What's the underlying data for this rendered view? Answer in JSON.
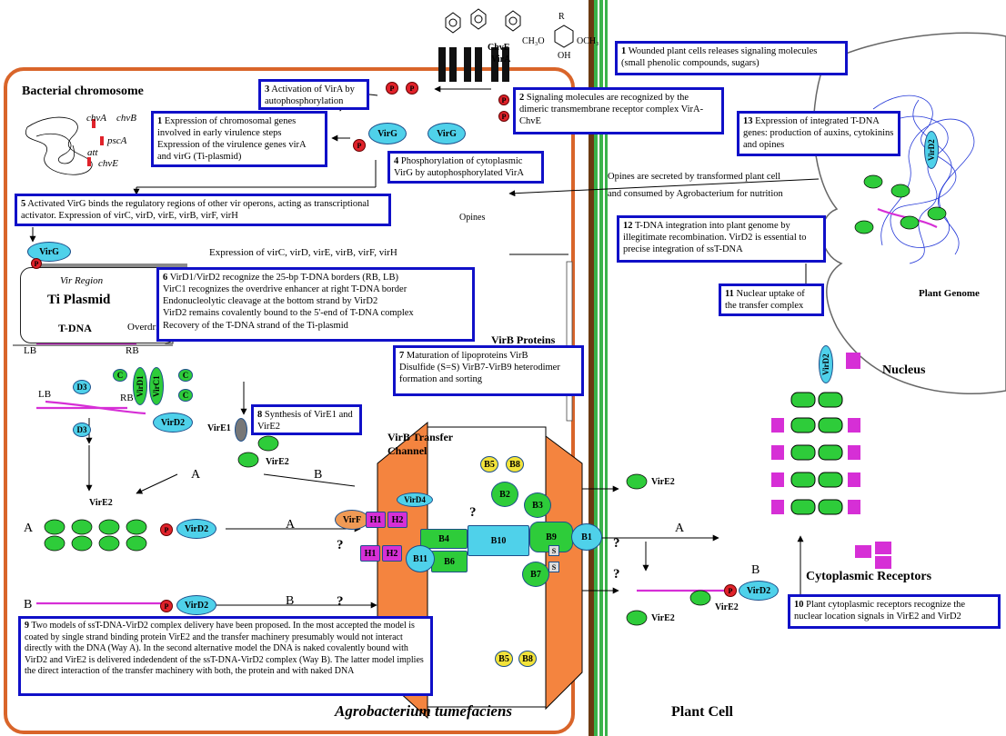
{
  "title": "Agrobacterium tumefaciens",
  "plant_cell": "Plant Cell",
  "bacterial_chromosome": "Bacterial chromosome",
  "genes": {
    "chvA": "chvA",
    "chvB": "chvB",
    "pscA": "pscA",
    "att": "att",
    "chvE": "chvE"
  },
  "receptor": {
    "chvE": "ChvE",
    "virA": "VirA"
  },
  "phenolic": {
    "r": "R",
    "left": "CH₃O",
    "right": "OCH₃",
    "oh": "OH"
  },
  "steps": {
    "s1_num": "1",
    "s1": "Wounded plant cells releases signaling molecules (small phenolic compounds, sugars)",
    "s2_num": "2",
    "s2": "Signaling molecules are recognized by the dimeric transmembrane receptor complex VirA-ChvE",
    "s3_num": "3",
    "s3": "Activation of VirA by autophosphorylation",
    "e1_num": "1",
    "e1a": "Expression of chromosomal genes involved in early virulence steps",
    "e1b": "Expression of the virulence genes virA and virG (Ti-plasmid)",
    "s4_num": "4",
    "s4": "Phosphorylation of cytoplasmic VirG by autophosphorylated VirA",
    "s5_num": "5",
    "s5": "Activated VirG binds the regulatory regions of other vir operons, acting as transcriptional activator. Expression of virC, virD, virE, virB, virF, virH",
    "s6_num": "6",
    "s6_lines": [
      "VirD1/VirD2 recognize the 25-bp T-DNA borders (RB, LB)",
      "VirC1 recognizes the overdrive enhancer at right T-DNA border",
      "Endonucleolytic cleavage at the bottom strand by VirD2",
      "VirD2 remains covalently bound to the 5'-end of T-DNA complex",
      "Recovery of the T-DNA strand of the Ti-plasmid"
    ],
    "s7_num": "7",
    "s7_lines": [
      "Maturation of lipoproteins VirB",
      "Disulfide (S=S) VirB7-VirB9 heterodimer formation and sorting"
    ],
    "s8_num": "8",
    "s8": "Synthesis of VirE1 and VirE2",
    "s9_num": "9",
    "s9": "Two models of ssT-DNA-VirD2 complex delivery have been proposed. In the most accepted the model is coated by single strand binding protein VirE2 and the transfer machinery presumably would not interact directly with the DNA (Way A). In the second alternative model the DNA is naked covalently bound with VirD2 and VirE2 is delivered indedendent of the ssT-DNA-VirD2 complex (Way B). The latter model implies the direct interaction of the transfer machinery with both, the protein and with naked DNA",
    "s10_num": "10",
    "s10": "Plant cytoplasmic receptors recognize the nuclear location signals in VirE2 and VirD2",
    "s11_num": "11",
    "s11": "Nuclear uptake of the transfer complex",
    "s12_num": "12",
    "s12": "T-DNA integration into plant genome by illegitimate recombination. VirD2 is essential to precise integration of ssT-DNA",
    "s13_num": "13",
    "s13": "Expression of integrated T-DNA genes: production of auxins, cytokinins and opines"
  },
  "opines_line1": "Opines are secreted by transformed plant cell",
  "opines_line2": "and consumed by Agrobacterium for nutrition",
  "opines": "Opines",
  "expression_line": "Expression of virC, virD, virE, virB, virF, virH",
  "vir_region": "Vir Region",
  "ti_plasmid": "Ti Plasmid",
  "tdna": "T-DNA",
  "overdrive": "Overdrive",
  "lb": "LB",
  "rb": "RB",
  "virb_proteins": "VirB Proteins",
  "virb_channel": "VirB Transfer Channel",
  "plant_genome": "Plant Genome",
  "nucleus": "Nucleus",
  "cyto_receptors": "Cytoplasmic Receptors",
  "proteins": {
    "virG": "VirG",
    "virD2": "VirD2",
    "virD4": "VirD4",
    "virF": "VirF",
    "virE1": "VirE1",
    "virE2": "VirE2",
    "virD1": "VirD1",
    "virC1": "VirC1",
    "d3": "D3",
    "c": "C",
    "p": "P",
    "h1": "H1",
    "h2": "H2",
    "b1": "B1",
    "b2": "B2",
    "b3": "B3",
    "b4": "B4",
    "b5": "B5",
    "b6": "B6",
    "b7": "B7",
    "b8": "B8",
    "b9": "B9",
    "b10": "B10",
    "b11": "B11",
    "s": "S"
  },
  "ways": {
    "a": "A",
    "b": "B",
    "q": "?"
  },
  "colors": {
    "bacteria_border": "#d9652a",
    "box_border": "#1010c8",
    "membrane": "#6b3a12",
    "channel": "#f4843f",
    "cyan": "#4fd1ea",
    "green": "#2ecc3a",
    "magenta": "#d62fd6",
    "phos": "#e0222a",
    "yellow": "#f2e33a"
  }
}
